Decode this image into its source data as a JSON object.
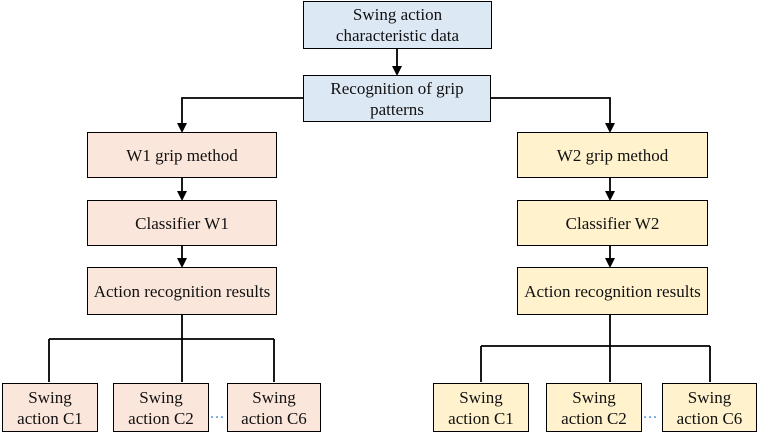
{
  "diagram": {
    "root": "Swing action characteristic data",
    "recognition": "Recognition of grip patterns",
    "left": {
      "method": "W1 grip method",
      "classifier": "Classifier W1",
      "results": "Action recognition results",
      "actions": [
        "Swing action C1",
        "Swing action C2",
        "Swing action C6"
      ],
      "ellipsis": "..."
    },
    "right": {
      "method": "W2 grip method",
      "classifier": "Classifier W2",
      "results": "Action recognition results",
      "actions": [
        "Swing action C1",
        "Swing action C2",
        "Swing action C6"
      ],
      "ellipsis": "..."
    },
    "colors": {
      "top": "#dde8f5",
      "left_branch": "#fbe6db",
      "right_branch": "#fff2cc",
      "ellipsis": "#4a90d9"
    }
  }
}
